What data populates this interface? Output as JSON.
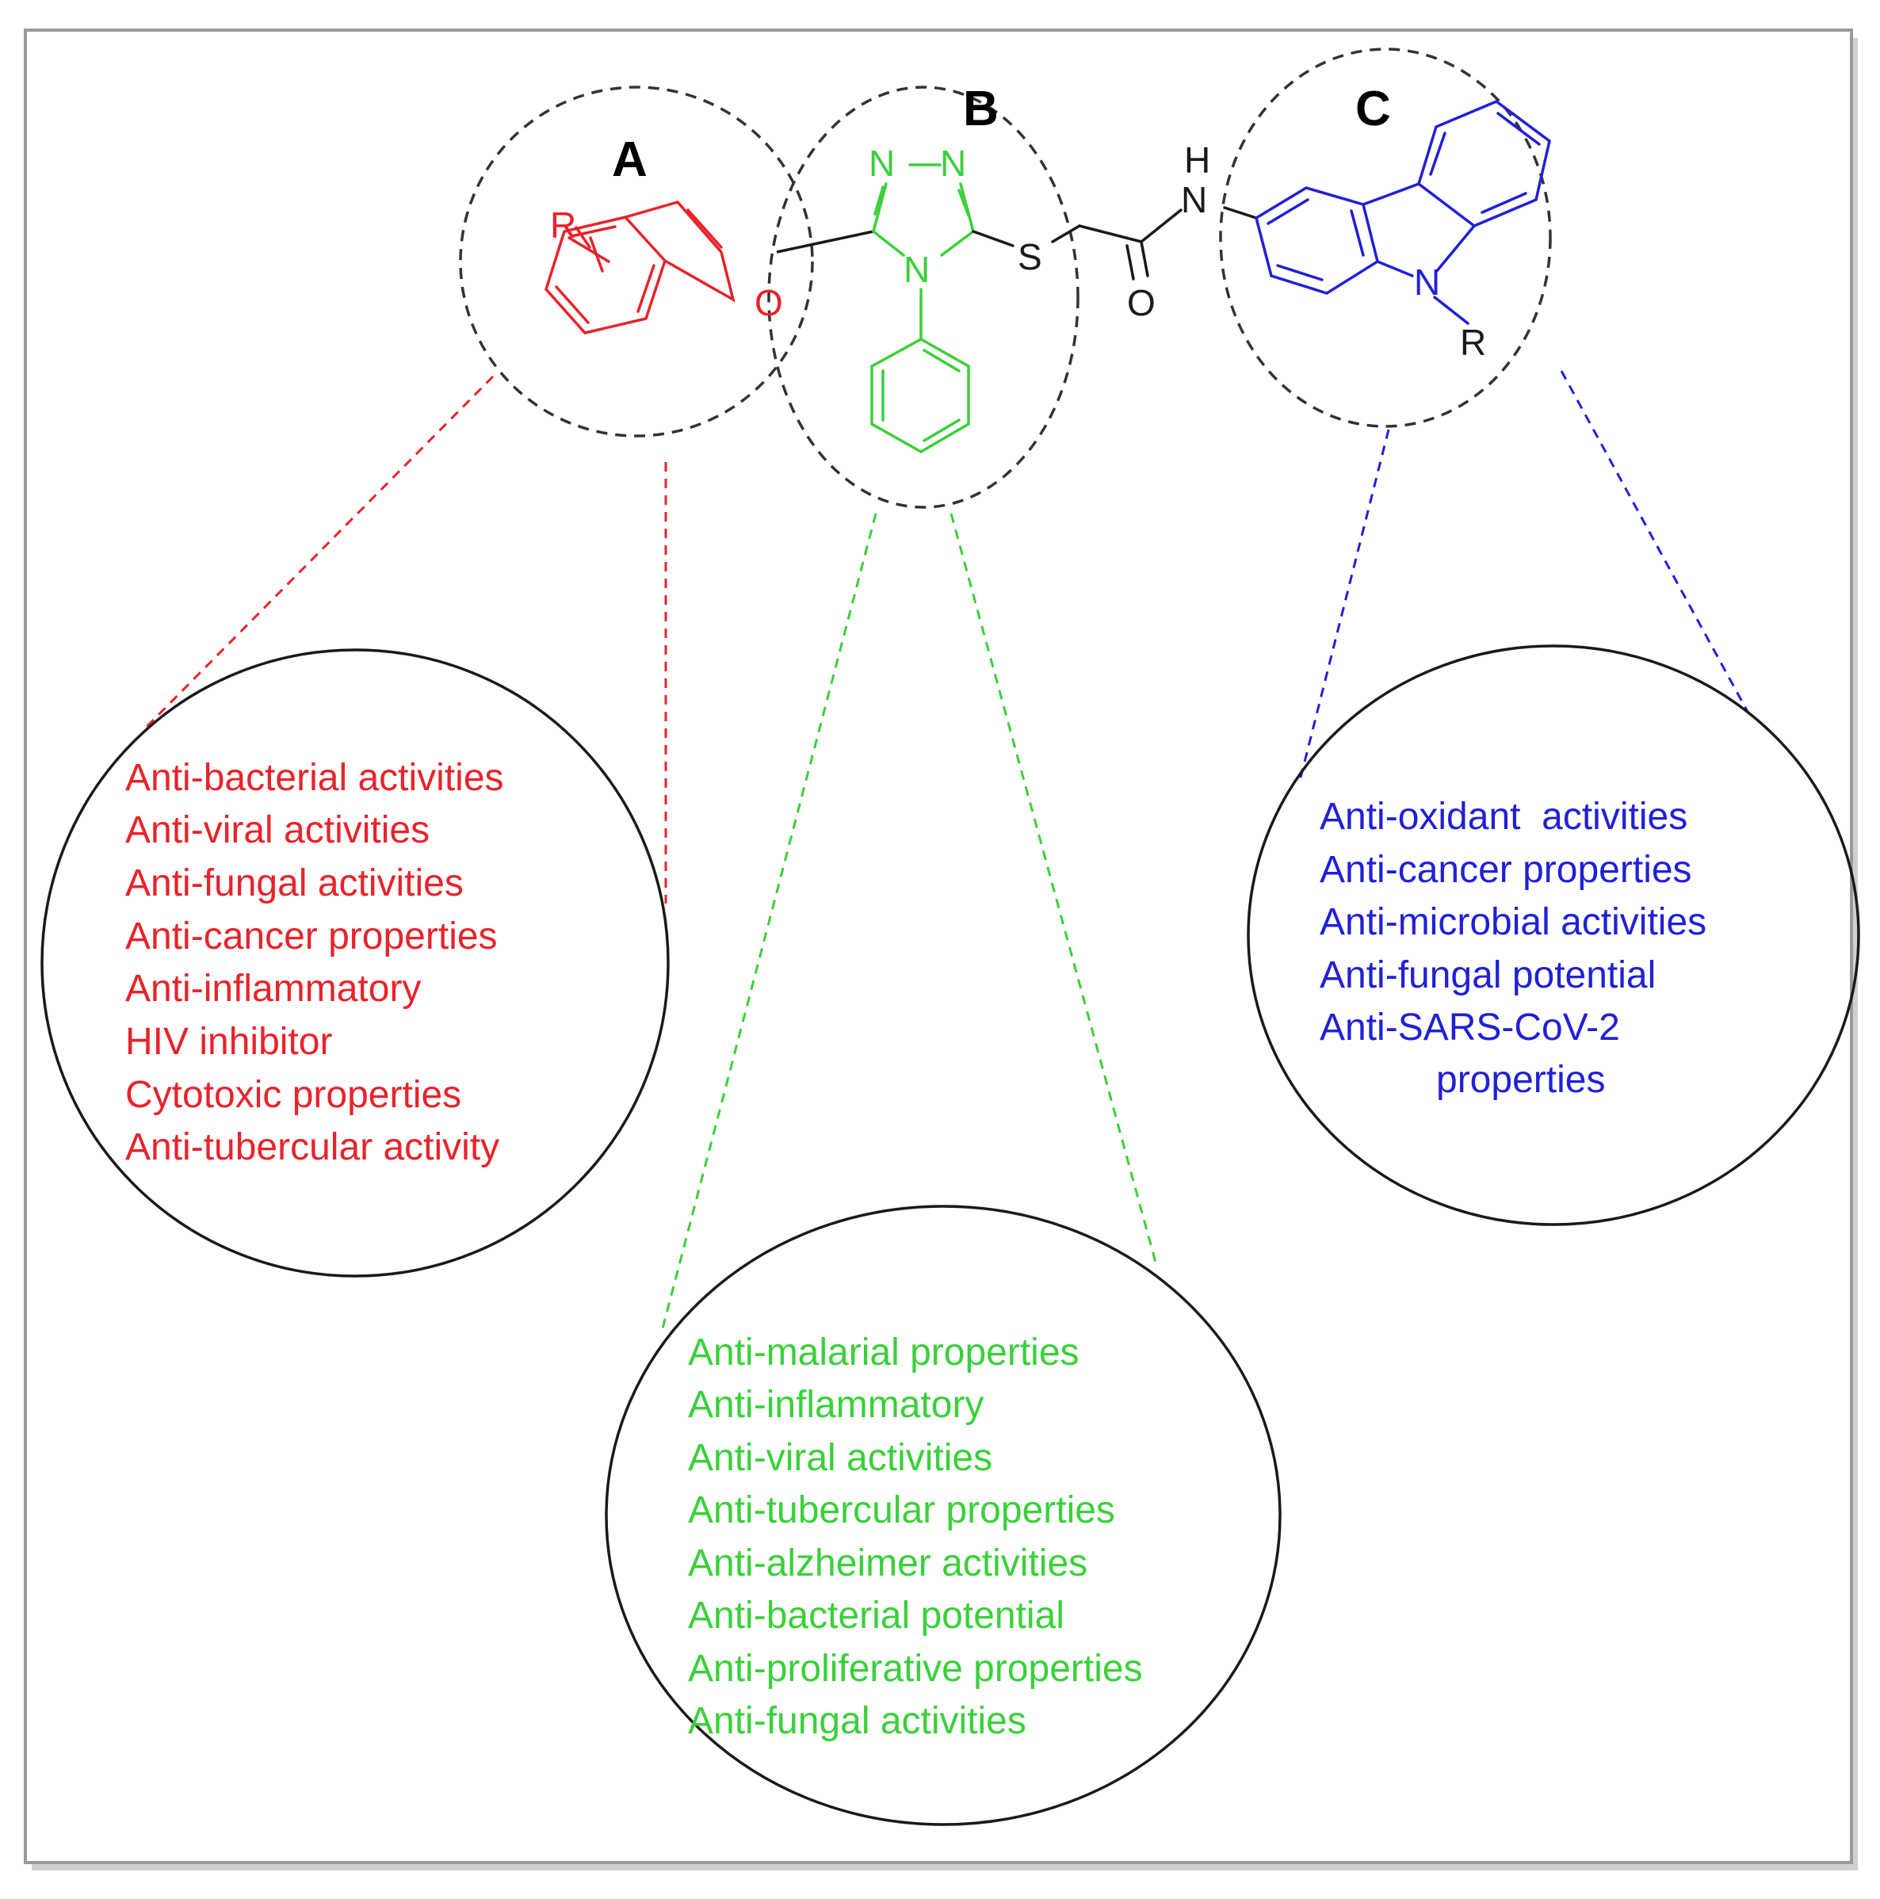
{
  "colors": {
    "fragment_a": "#e8232a",
    "fragment_b": "#3ad03a",
    "fragment_c": "#2020d8",
    "linker": "#1a1a1a",
    "frame": "#9a9a9a",
    "dashed_circle": "#333333"
  },
  "regions": {
    "a": "A",
    "b": "B",
    "c": "C"
  },
  "atoms": {
    "r_benzofuran": "R",
    "o_furan": "O",
    "n1": "N",
    "n2": "N",
    "n4": "N",
    "s": "S",
    "nh_h": "H",
    "nh_n": "N",
    "o_carbonyl": "O",
    "n_carbazole": "N",
    "r_carbazole": "R"
  },
  "activities": {
    "a": [
      "Anti-bacterial activities",
      "Anti-viral activities",
      "Anti-fungal activities",
      "Anti-cancer properties",
      "Anti-inflammatory",
      "HIV inhibitor",
      "Cytotoxic properties",
      "Anti-tubercular activity"
    ],
    "b": [
      "Anti-malarial properties",
      "Anti-inflammatory",
      "Anti-viral activities",
      "Anti-tubercular properties",
      "Anti-alzheimer activities",
      "Anti-bacterial potential",
      "Anti-proliferative properties",
      "Anti-fungal activities"
    ],
    "c": [
      "Anti-oxidant  activities",
      "Anti-cancer properties",
      "Anti-microbial activities",
      "Anti-fungal potential",
      "Anti-SARS-CoV-2",
      "properties"
    ]
  }
}
